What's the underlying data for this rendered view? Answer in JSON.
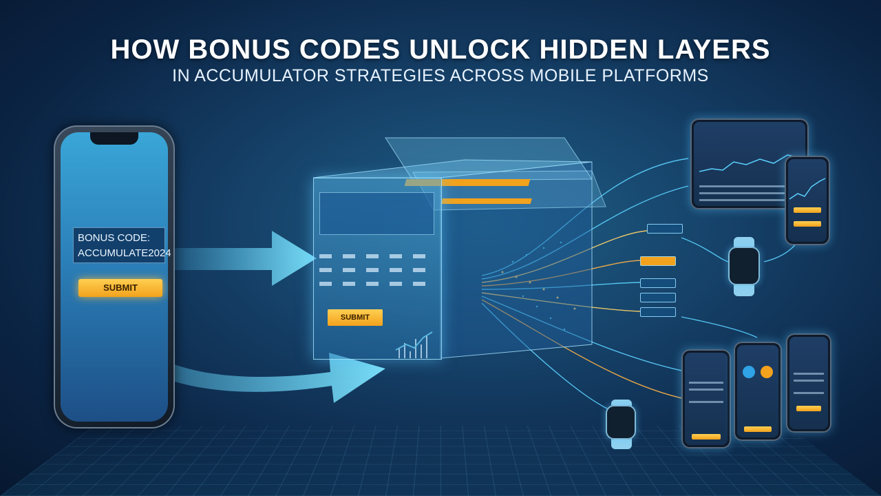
{
  "header": {
    "title": "HOW BONUS CODES UNLOCK HIDDEN LAYERS",
    "subtitle": "IN ACCUMULATOR STRATEGIES ACROSS MOBILE PLATFORMS"
  },
  "phone": {
    "code_label": "BONUS CODE:",
    "code_value": "ACCUMULATE2024",
    "submit_label": "SUBMIT"
  },
  "cube": {
    "submit_label": "SUBMIT"
  },
  "colors": {
    "accent_orange": "#f2a21c",
    "glow_cyan": "#5ad2ff",
    "background_navy": "#0b2444"
  }
}
